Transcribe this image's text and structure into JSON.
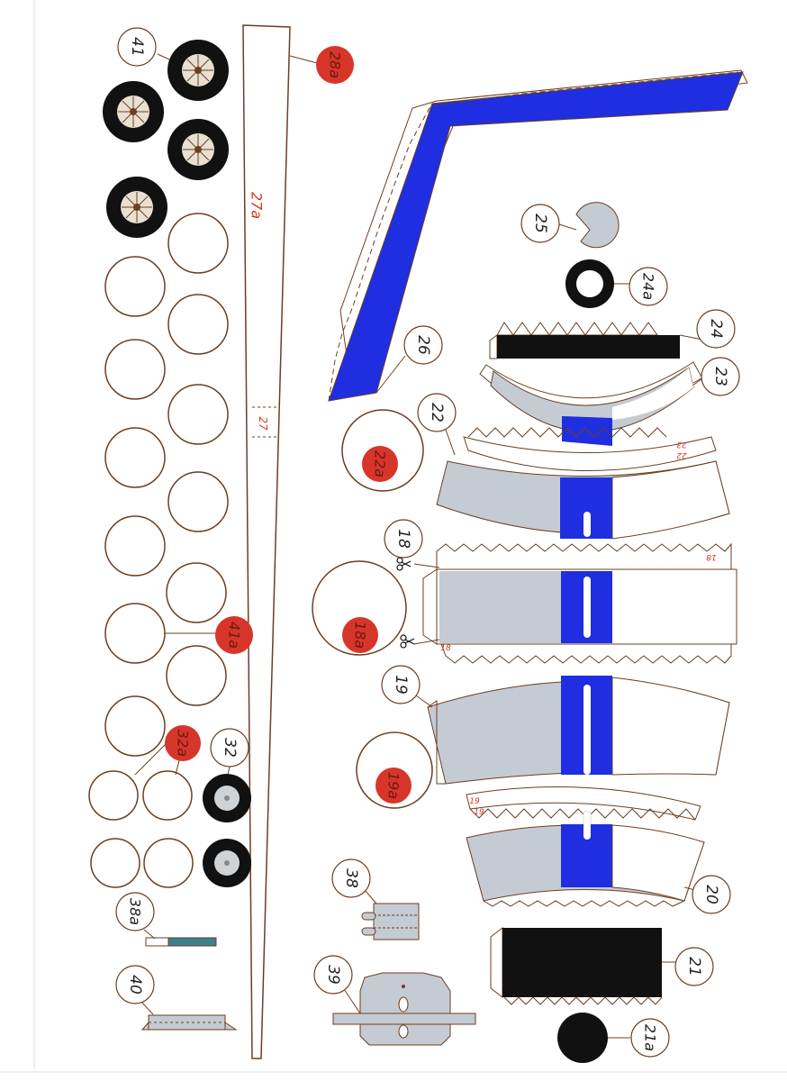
{
  "sheet": {
    "colors": {
      "outline": "#6b3f22",
      "red": "#d8352a",
      "blue": "#1e2ee0",
      "grey": "#c5cbd3",
      "black": "#111111",
      "teal": "#3d7f8f"
    },
    "labels": {
      "l41": "41",
      "l28a": "28a",
      "l27a": "27a",
      "l27b": "27",
      "l25": "25",
      "l24a": "24a",
      "l24": "24",
      "l23": "23",
      "l26": "26",
      "l22": "22",
      "l22a": "22a",
      "l18": "18",
      "l18a": "18a",
      "l41a": "41a",
      "l19": "19",
      "l19a": "19a",
      "l32a": "32a",
      "l32": "32",
      "l20": "20",
      "l38": "38",
      "l38a": "38a",
      "l21": "21",
      "l39": "39",
      "l40": "40",
      "l21a": "21a",
      "s23": "23",
      "s22": "22",
      "s18a": "18",
      "s18b": "18",
      "s19a": "19",
      "s19b": "19"
    },
    "icons": [
      "scissors-icon",
      "scissors-icon"
    ]
  }
}
